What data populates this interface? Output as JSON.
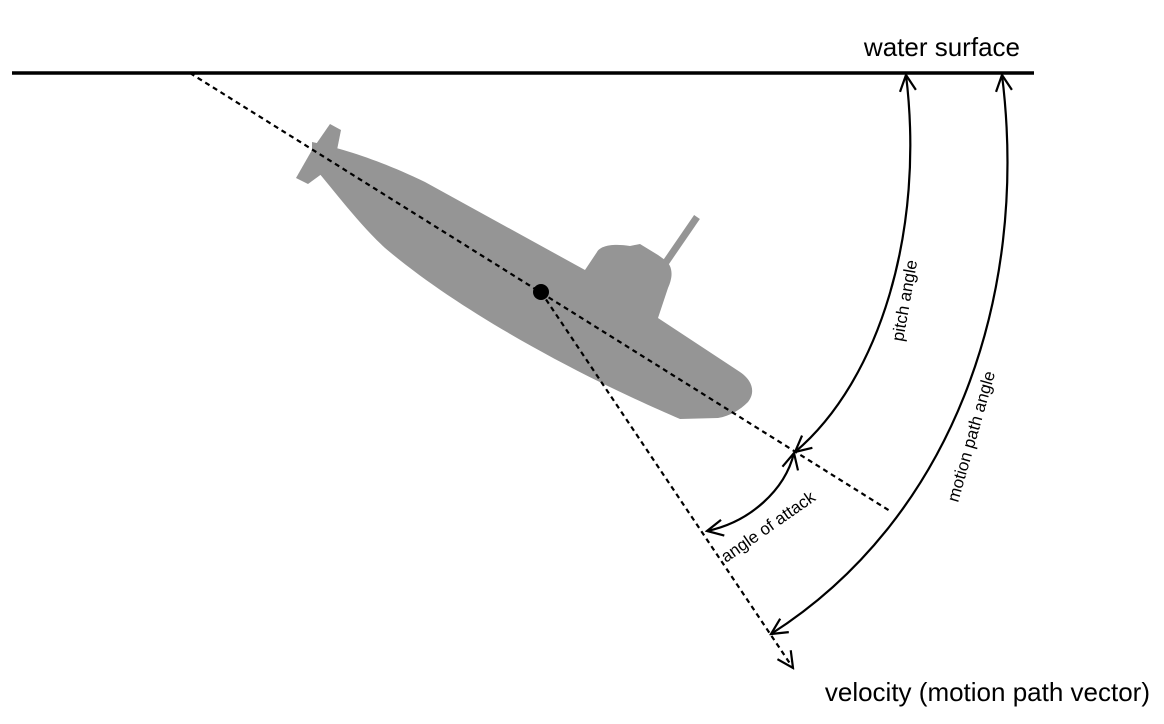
{
  "labels": {
    "water_surface": "water surface",
    "velocity": "velocity (motion path vector)",
    "pitch_angle": "pitch angle",
    "motion_path_angle": "motion path angle",
    "angle_of_attack": "angle of attack"
  },
  "colors": {
    "submarine": "#959595",
    "line": "#000000",
    "background": "#ffffff"
  }
}
